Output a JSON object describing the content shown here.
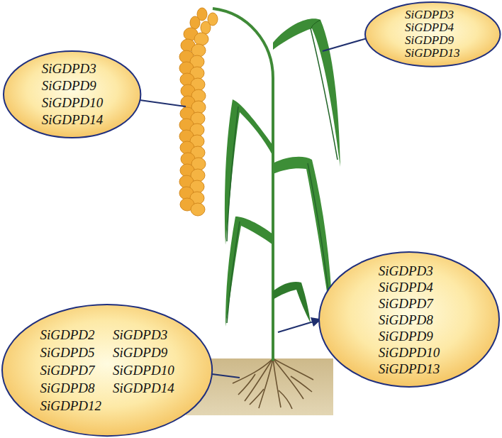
{
  "diagram": {
    "nodes": [
      {
        "text": [
          "SiGDPD3",
          "SiGDPD4",
          "SiGDPD9",
          "SiGDPD13"
        ]
      },
      {
        "text": [
          "SiGDPD3",
          "SiGDPD9",
          "SiGDPD10",
          "SiGDPD14"
        ]
      },
      {
        "text": [
          "SiGDPD3",
          "SiGDPD4",
          "SiGDPD7",
          "SiGDPD8",
          "SiGDPD9",
          "SiGDPD10",
          "SiGDPD13"
        ]
      },
      {
        "text": [
          "SiGDPD2",
          "SiGDPD3",
          "SiGDPD5",
          "SiGDPD9",
          "SiGDPD7",
          "SiGDPD10",
          "SiGDPD8",
          "SiGDPD14",
          "SiGDPD12"
        ]
      }
    ]
  }
}
